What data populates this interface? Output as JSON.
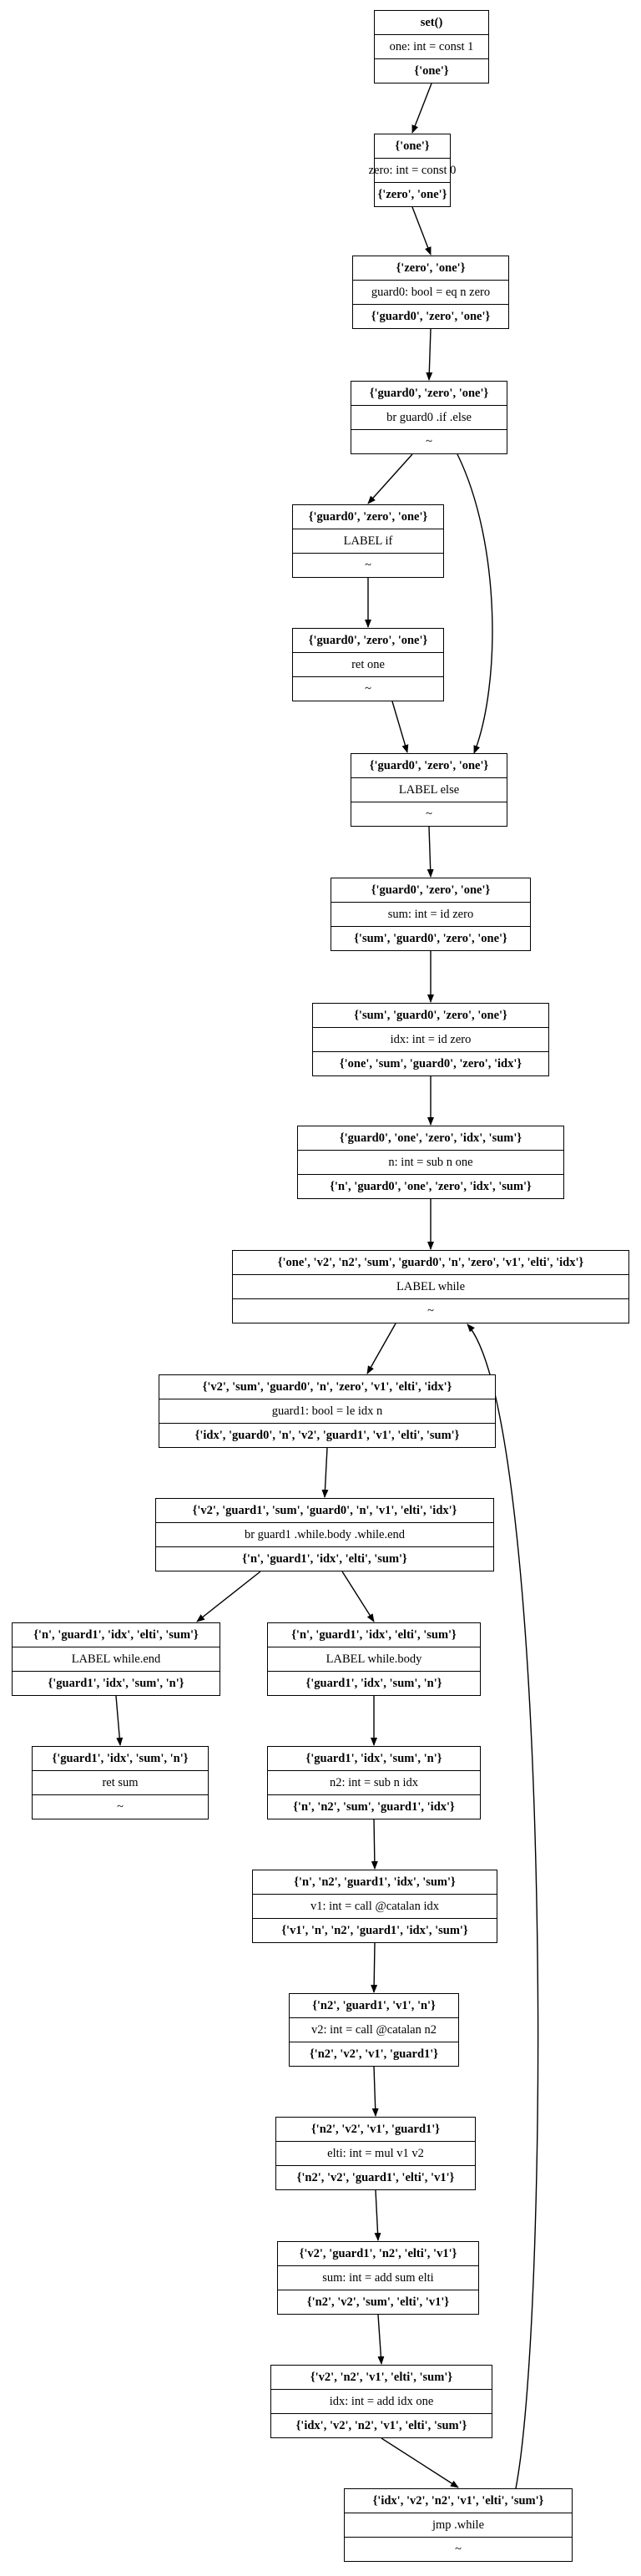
{
  "nodes": [
    {
      "id": "n0",
      "rows": [
        "set()",
        "one: int = const 1",
        "{'one'}"
      ],
      "bold": [
        true,
        false,
        true
      ]
    },
    {
      "id": "n1",
      "rows": [
        "{'one'}",
        "zero: int = const 0",
        "{'zero', 'one'}"
      ],
      "bold": [
        true,
        false,
        true
      ]
    },
    {
      "id": "n2",
      "rows": [
        "{'zero', 'one'}",
        "guard0: bool = eq n zero",
        "{'guard0', 'zero', 'one'}"
      ],
      "bold": [
        true,
        false,
        true
      ]
    },
    {
      "id": "n3",
      "rows": [
        "{'guard0', 'zero', 'one'}",
        "br guard0 .if .else",
        "~"
      ],
      "bold": [
        true,
        false,
        false
      ]
    },
    {
      "id": "n4",
      "rows": [
        "{'guard0', 'zero', 'one'}",
        "LABEL if",
        "~"
      ],
      "bold": [
        true,
        false,
        false
      ]
    },
    {
      "id": "n5",
      "rows": [
        "{'guard0', 'zero', 'one'}",
        "ret one",
        "~"
      ],
      "bold": [
        true,
        false,
        false
      ]
    },
    {
      "id": "n6",
      "rows": [
        "{'guard0', 'zero', 'one'}",
        "LABEL else",
        "~"
      ],
      "bold": [
        true,
        false,
        false
      ]
    },
    {
      "id": "n7",
      "rows": [
        "{'guard0', 'zero', 'one'}",
        "sum: int = id zero",
        "{'sum', 'guard0', 'zero', 'one'}"
      ],
      "bold": [
        true,
        false,
        true
      ]
    },
    {
      "id": "n8",
      "rows": [
        "{'sum', 'guard0', 'zero', 'one'}",
        "idx: int = id zero",
        "{'one', 'sum', 'guard0', 'zero', 'idx'}"
      ],
      "bold": [
        true,
        false,
        true
      ]
    },
    {
      "id": "n9",
      "rows": [
        "{'guard0', 'one', 'zero', 'idx', 'sum'}",
        "n: int = sub n one",
        "{'n', 'guard0', 'one', 'zero', 'idx', 'sum'}"
      ],
      "bold": [
        true,
        false,
        true
      ]
    },
    {
      "id": "n10",
      "rows": [
        "{'one', 'v2', 'n2', 'sum', 'guard0', 'n', 'zero', 'v1', 'elti', 'idx'}",
        "LABEL while",
        "~"
      ],
      "bold": [
        true,
        false,
        false
      ]
    },
    {
      "id": "n11",
      "rows": [
        "{'v2', 'sum', 'guard0', 'n', 'zero', 'v1', 'elti', 'idx'}",
        "guard1: bool = le idx n",
        "{'idx', 'guard0', 'n', 'v2', 'guard1', 'v1', 'elti', 'sum'}"
      ],
      "bold": [
        true,
        false,
        true
      ]
    },
    {
      "id": "n12",
      "rows": [
        "{'v2', 'guard1', 'sum', 'guard0', 'n', 'v1', 'elti', 'idx'}",
        "br guard1 .while.body .while.end",
        "{'n', 'guard1', 'idx', 'elti', 'sum'}"
      ],
      "bold": [
        true,
        false,
        true
      ]
    },
    {
      "id": "n13",
      "rows": [
        "{'n', 'guard1', 'idx', 'elti', 'sum'}",
        "LABEL while.end",
        "{'guard1', 'idx', 'sum', 'n'}"
      ],
      "bold": [
        true,
        false,
        true
      ]
    },
    {
      "id": "n14",
      "rows": [
        "{'n', 'guard1', 'idx', 'elti', 'sum'}",
        "LABEL while.body",
        "{'guard1', 'idx', 'sum', 'n'}"
      ],
      "bold": [
        true,
        false,
        true
      ]
    },
    {
      "id": "n15",
      "rows": [
        "{'guard1', 'idx', 'sum', 'n'}",
        "ret sum",
        "~"
      ],
      "bold": [
        true,
        false,
        false
      ]
    },
    {
      "id": "n16",
      "rows": [
        "{'guard1', 'idx', 'sum', 'n'}",
        "n2: int = sub n idx",
        "{'n', 'n2', 'sum', 'guard1', 'idx'}"
      ],
      "bold": [
        true,
        false,
        true
      ]
    },
    {
      "id": "n17",
      "rows": [
        "{'n', 'n2', 'guard1', 'idx', 'sum'}",
        "v1: int = call @catalan idx",
        "{'v1', 'n', 'n2', 'guard1', 'idx', 'sum'}"
      ],
      "bold": [
        true,
        false,
        true
      ]
    },
    {
      "id": "n18",
      "rows": [
        "{'n2', 'guard1', 'v1', 'n'}",
        "v2: int = call @catalan n2",
        "{'n2', 'v2', 'v1', 'guard1'}"
      ],
      "bold": [
        true,
        false,
        true
      ]
    },
    {
      "id": "n19",
      "rows": [
        "{'n2', 'v2', 'v1', 'guard1'}",
        "elti: int = mul v1 v2",
        "{'n2', 'v2', 'guard1', 'elti', 'v1'}"
      ],
      "bold": [
        true,
        false,
        true
      ]
    },
    {
      "id": "n20",
      "rows": [
        "{'v2', 'guard1', 'n2', 'elti', 'v1'}",
        "sum: int = add sum elti",
        "{'n2', 'v2', 'sum', 'elti', 'v1'}"
      ],
      "bold": [
        true,
        false,
        true
      ]
    },
    {
      "id": "n21",
      "rows": [
        "{'v2', 'n2', 'v1', 'elti', 'sum'}",
        "idx: int = add idx one",
        "{'idx', 'v2', 'n2', 'v1', 'elti', 'sum'}"
      ],
      "bold": [
        true,
        false,
        true
      ]
    },
    {
      "id": "n22",
      "rows": [
        "{'idx', 'v2', 'n2', 'v1', 'elti', 'sum'}",
        "jmp .while",
        "~"
      ],
      "bold": [
        true,
        false,
        false
      ]
    }
  ],
  "edges": [
    {
      "from": "n0",
      "to": "n1"
    },
    {
      "from": "n1",
      "to": "n2"
    },
    {
      "from": "n2",
      "to": "n3"
    },
    {
      "from": "n3",
      "to": "n4"
    },
    {
      "from": "n3",
      "to": "n6"
    },
    {
      "from": "n4",
      "to": "n5"
    },
    {
      "from": "n5",
      "to": "n6"
    },
    {
      "from": "n6",
      "to": "n7"
    },
    {
      "from": "n7",
      "to": "n8"
    },
    {
      "from": "n8",
      "to": "n9"
    },
    {
      "from": "n9",
      "to": "n10"
    },
    {
      "from": "n10",
      "to": "n11"
    },
    {
      "from": "n11",
      "to": "n12"
    },
    {
      "from": "n12",
      "to": "n13"
    },
    {
      "from": "n12",
      "to": "n14"
    },
    {
      "from": "n13",
      "to": "n15"
    },
    {
      "from": "n14",
      "to": "n16"
    },
    {
      "from": "n16",
      "to": "n17"
    },
    {
      "from": "n17",
      "to": "n18"
    },
    {
      "from": "n18",
      "to": "n19"
    },
    {
      "from": "n19",
      "to": "n20"
    },
    {
      "from": "n20",
      "to": "n21"
    },
    {
      "from": "n21",
      "to": "n22"
    },
    {
      "from": "n22",
      "to": "n10"
    }
  ]
}
